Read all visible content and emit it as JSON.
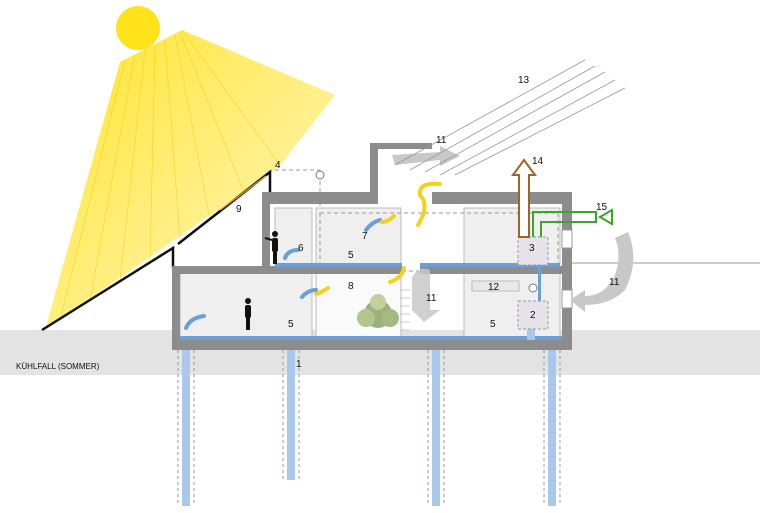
{
  "caption": "KÜHLFALL (SOMMER)",
  "labels": {
    "l1": "1",
    "l2": "2",
    "l3": "3",
    "l4": "4",
    "l5a": "5",
    "l5b": "5",
    "l5c": "5",
    "l6": "6",
    "l7": "7",
    "l8": "8",
    "l9": "9",
    "l11a": "11",
    "l11b": "11",
    "l11c": "11",
    "l12": "12",
    "l13": "13",
    "l14": "14",
    "l15": "15"
  },
  "colors": {
    "sun": "#ffe21a",
    "concrete": "#8c8c8c",
    "cooling_blue": "#6a9fd8",
    "pile_blue": "#a9c8ec",
    "warm_air": "#f2d21b",
    "exhaust": "#a0642a",
    "fresh_air": "#3aa62a",
    "wind": "#c8c8c8",
    "ground": "#e3e3e3"
  }
}
